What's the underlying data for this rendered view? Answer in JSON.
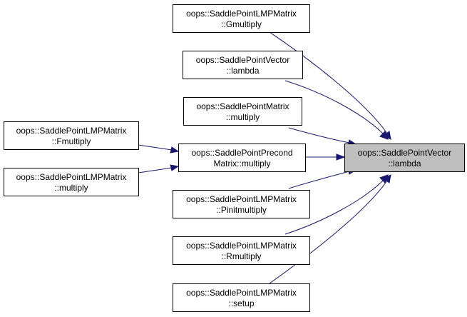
{
  "diagram": {
    "colors": {
      "edge": "#191970",
      "node_border": "#000000",
      "node_fill": "#ffffff",
      "target_fill": "#bfbfbf"
    },
    "nodes": {
      "target": {
        "line1": "oops::SaddlePointVector",
        "line2": "::lambda"
      },
      "gmultiply": {
        "line1": "oops::SaddlePointLMPMatrix",
        "line2": "::Gmultiply"
      },
      "vector_lambda": {
        "line1": "oops::SaddlePointVector",
        "line2": "::lambda"
      },
      "matrix_multiply": {
        "line1": "oops::SaddlePointMatrix",
        "line2": "::multiply"
      },
      "precond_multiply": {
        "line1": "oops::SaddlePointPrecond",
        "line2": "Matrix::multiply"
      },
      "pinitmultiply": {
        "line1": "oops::SaddlePointLMPMatrix",
        "line2": "::Pinitmultiply"
      },
      "rmultiply": {
        "line1": "oops::SaddlePointLMPMatrix",
        "line2": "::Rmultiply"
      },
      "setup": {
        "line1": "oops::SaddlePointLMPMatrix",
        "line2": "::setup"
      },
      "fmultiply": {
        "line1": "oops::SaddlePointLMPMatrix",
        "line2": "::Fmultiply"
      },
      "lmp_multiply": {
        "line1": "oops::SaddlePointLMPMatrix",
        "line2": "::multiply"
      }
    }
  }
}
